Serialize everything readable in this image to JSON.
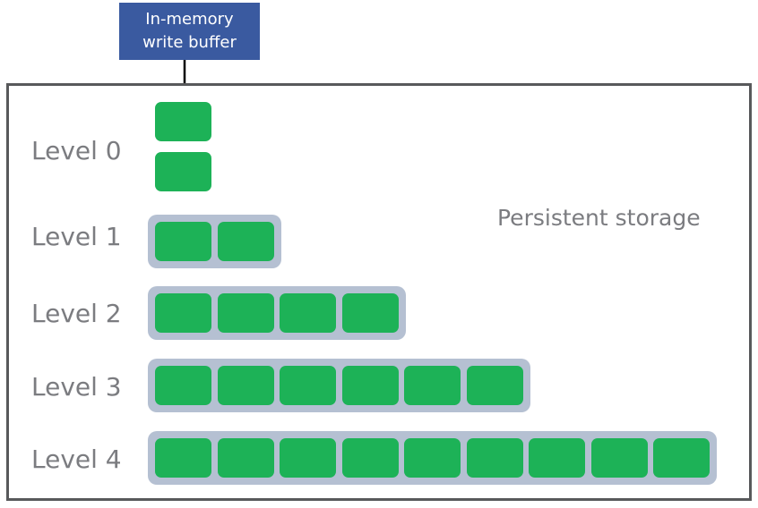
{
  "buffer": {
    "line1": "In-memory",
    "line2": "write buffer"
  },
  "storage_label": "Persistent storage",
  "levels": [
    {
      "label": "Level 0",
      "blocks": 2
    },
    {
      "label": "Level 1",
      "blocks": 2
    },
    {
      "label": "Level 2",
      "blocks": 4
    },
    {
      "label": "Level 3",
      "blocks": 6
    },
    {
      "label": "Level 4",
      "blocks": 9
    }
  ],
  "colors": {
    "buffer": "#3a5aa0",
    "block": "#1db257",
    "tray": "#b5c0d2",
    "border": "#58595b",
    "label": "#7b7c80"
  }
}
